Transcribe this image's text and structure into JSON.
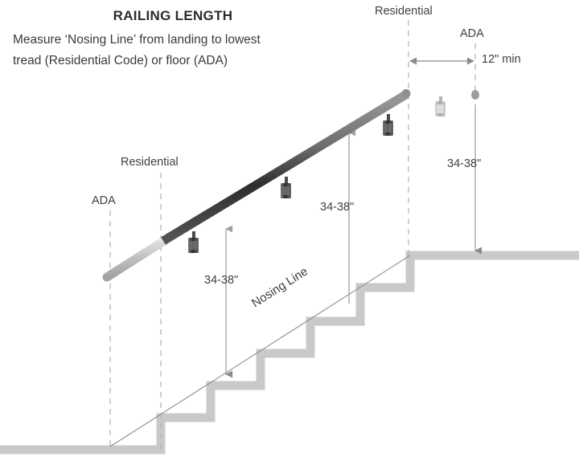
{
  "diagram": {
    "title": "RAILING LENGTH",
    "subtitle_line_1": "Measure ‘Nosing Line’ from landing to lowest",
    "subtitle_line_2": "tread (Residential Code) or floor (ADA)",
    "nosing_line_label": "Nosing Line",
    "labels": {
      "residential_top": "Residential",
      "ada_top": "ADA",
      "residential_left": "Residential",
      "ada_left": "ADA",
      "extension_min": "12\" min"
    },
    "dimensions": {
      "height_lower": "34-38\"",
      "height_middle": "34-38\"",
      "height_upper": "34-38\""
    },
    "colors": {
      "stair_gray": "#c9c9c9",
      "rail_dark": "#3a3a3a",
      "rail_light": "#b9b9b9",
      "dimension_gray": "#8a8a8a",
      "text_gray": "#3a3a3a",
      "background": "#ffffff"
    }
  }
}
